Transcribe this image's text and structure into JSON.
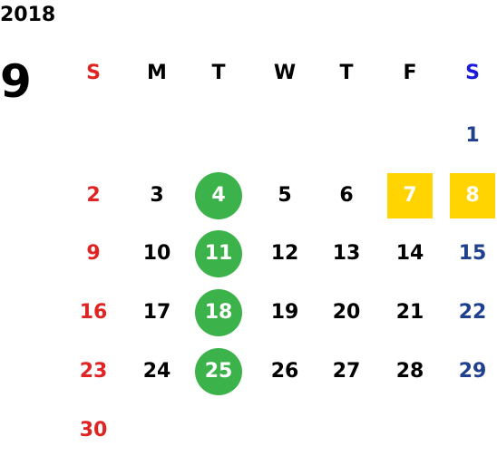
{
  "calendar": {
    "year": "2018",
    "month": "9",
    "weekday_headers": [
      "S",
      "M",
      "T",
      "W",
      "T",
      "F",
      "S"
    ],
    "colors": {
      "sunday": "#e02424",
      "saturday_header": "#1a1adb",
      "saturday": "#1f3f8f",
      "weekday": "#000000",
      "circle_bg": "#3cb34a",
      "square_bg": "#ffd400",
      "highlight_text": "#ffffff"
    },
    "weeks": [
      [
        "",
        "",
        "",
        "",
        "",
        "",
        "1"
      ],
      [
        "2",
        "3",
        "4",
        "5",
        "6",
        "7",
        "8"
      ],
      [
        "9",
        "10",
        "11",
        "12",
        "13",
        "14",
        "15"
      ],
      [
        "16",
        "17",
        "18",
        "19",
        "20",
        "21",
        "22"
      ],
      [
        "23",
        "24",
        "25",
        "26",
        "27",
        "28",
        "29"
      ],
      [
        "30",
        "",
        "",
        "",
        "",
        "",
        ""
      ]
    ],
    "circled_days": [
      "4",
      "11",
      "18",
      "25"
    ],
    "square_days": [
      "7",
      "8"
    ]
  }
}
